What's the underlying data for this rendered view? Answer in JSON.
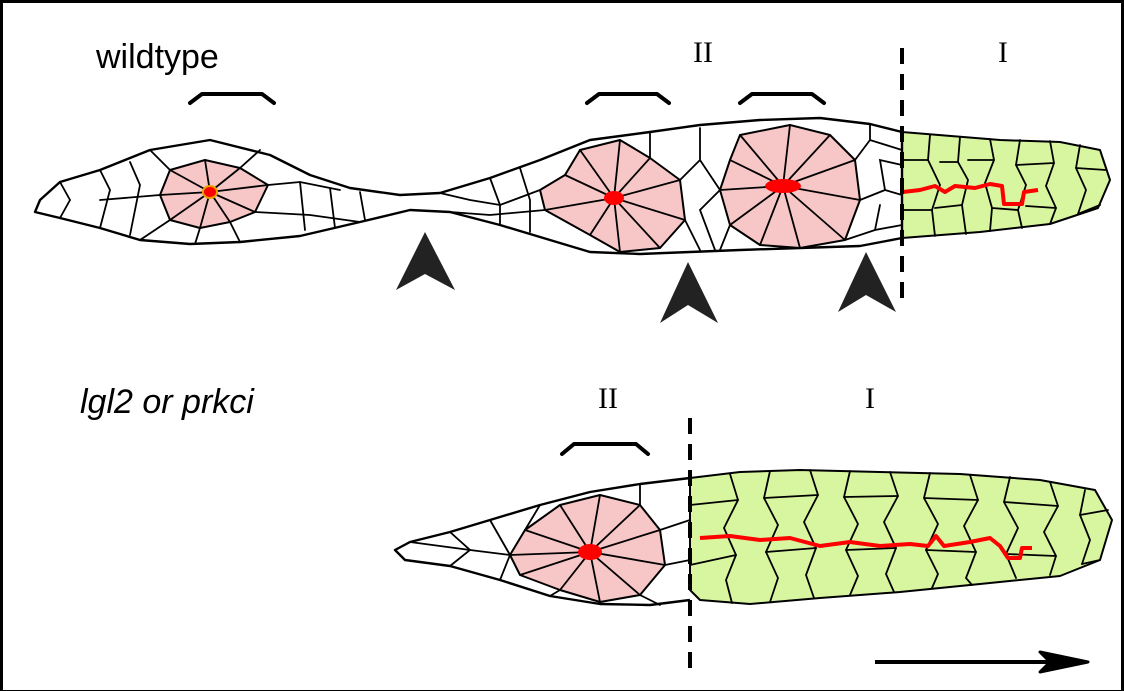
{
  "labels": {
    "wildtype": "wildtype",
    "mutant": "lgl2 or prkci",
    "wt_zone_II": "II",
    "wt_zone_I": "I",
    "mut_zone_II": "II",
    "mut_zone_I": "I"
  },
  "colors": {
    "rosette_cell": "#f7c6c6",
    "zone_I_cell": "#d8f5a0",
    "lumen": "#ff0000",
    "outline": "#000000",
    "frame": "#000000"
  },
  "icons": {
    "arrowhead": "arrowhead-up-icon",
    "direction_arrow": "arrow-right-icon"
  }
}
